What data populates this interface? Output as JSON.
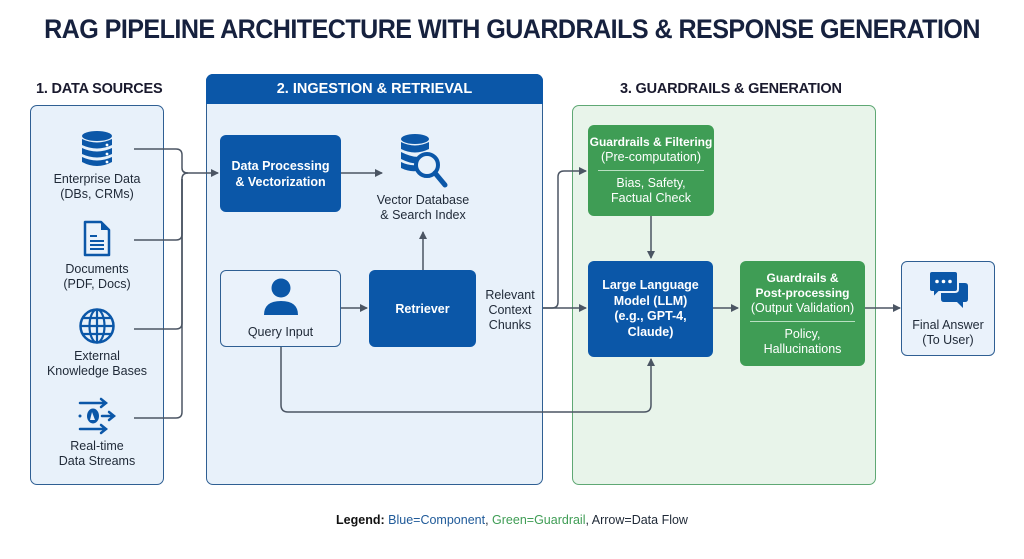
{
  "title": "RAG PIPELINE ARCHITECTURE WITH GUARDRAILS & RESPONSE GENERATION",
  "sections": {
    "data_sources": {
      "label": "1. DATA SOURCES"
    },
    "ingestion": {
      "label": "2. INGESTION & RETRIEVAL"
    },
    "guardrails": {
      "label": "3. GUARDRAILS & GENERATION"
    }
  },
  "data_sources": [
    {
      "icon": "database-icon",
      "line1": "Enterprise Data",
      "line2": "(DBs, CRMs)"
    },
    {
      "icon": "document-icon",
      "line1": "Documents",
      "line2": "(PDF, Docs)"
    },
    {
      "icon": "globe-icon",
      "line1": "External",
      "line2": "Knowledge Bases"
    },
    {
      "icon": "stream-icon",
      "line1": "Real-time",
      "line2": "Data Streams"
    }
  ],
  "ingestion": {
    "processing": {
      "line1": "Data Processing",
      "line2": "& Vectorization"
    },
    "vector_db": {
      "icon": "vector-db-search-icon",
      "line1": "Vector Database",
      "line2": "& Search Index"
    },
    "query": {
      "icon": "user-icon",
      "label": "Query Input"
    },
    "retriever": {
      "label": "Retriever"
    },
    "context": {
      "line1": "Relevant",
      "line2": "Context",
      "line3": "Chunks"
    }
  },
  "generation": {
    "pre_guard": {
      "title1": "Guardrails & Filtering",
      "title2": "(Pre-computation)",
      "sub1": "Bias, Safety,",
      "sub2": "Factual Check"
    },
    "llm": {
      "line1": "Large Language",
      "line2": "Model (LLM)",
      "line3": "(e.g., GPT-4,",
      "line4": "Claude)"
    },
    "post_guard": {
      "title1": "Guardrails &",
      "title2": "Post-processing",
      "title3": "(Output Validation)",
      "sub1": "Policy,",
      "sub2": "Hallucinations"
    }
  },
  "final_answer": {
    "icon": "chat-bubbles-icon",
    "line1": "Final Answer",
    "line2": "(To User)"
  },
  "legend": {
    "label": "Legend:",
    "blue": "Blue=Component",
    "green": "Green=Guardrail",
    "arrow": "Arrow=Data Flow",
    "sep": ", ",
    "colors": {
      "blue": "#1f5a99",
      "green": "#3f9d55"
    }
  },
  "colors": {
    "component": "#0b57a8",
    "guardrail": "#3f9d55",
    "panel_blue": "#e8f1fa",
    "panel_green": "#e8f4ea",
    "arrow": "#4b5563"
  }
}
